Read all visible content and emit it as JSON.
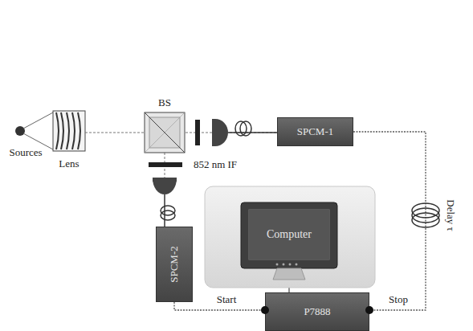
{
  "diagram": {
    "nodes": [
      {
        "text": [
          "SPCM-1"
        ]
      },
      {
        "text": [
          "Computer"
        ]
      },
      {
        "text": [
          "SPCM-2"
        ]
      },
      {
        "text": [
          "P7888"
        ]
      }
    ],
    "edges": [
      {
        "from": 2,
        "to": 3,
        "label": "Start",
        "arrow": "none"
      },
      {
        "from": 0,
        "to": 3,
        "label": "Stop",
        "arrow": "none"
      },
      {
        "from": 1,
        "to": 3,
        "arrow": "none"
      }
    ],
    "labels": [
      "Sources",
      "Lens",
      "BS",
      "852 nm IF",
      "Delay τ"
    ]
  }
}
